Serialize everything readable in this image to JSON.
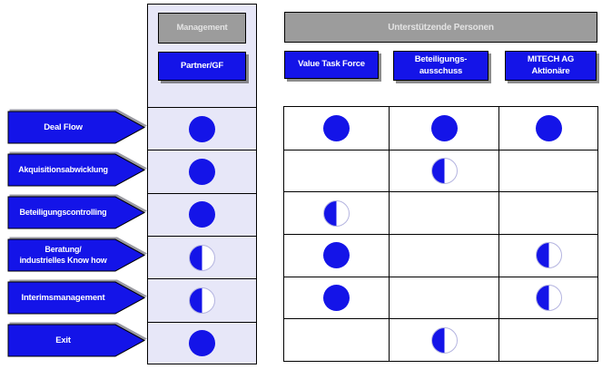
{
  "colors": {
    "primary_blue": "#1414E8",
    "panel_lavender": "#E7E7F8",
    "header_gray": "#9C9C9C",
    "header_gray_text": "#E3E3E3",
    "border_black": "#000000",
    "half_ball_ring": "#B4B4E0"
  },
  "management_group": {
    "label": "Management",
    "role": "Partner/GF"
  },
  "support_group": {
    "label": "Unterstützende Personen",
    "roles": [
      {
        "label": "Value Task Force"
      },
      {
        "label": "Beteiligungs-\nausschuss"
      },
      {
        "label": "MITECH AG\nAktionäre"
      }
    ]
  },
  "activities": [
    {
      "label": "Deal Flow",
      "management": "full",
      "support": [
        "full",
        "full",
        "full"
      ]
    },
    {
      "label": "Akquisitionsabwicklung",
      "management": "full",
      "support": [
        "none",
        "half",
        "none"
      ]
    },
    {
      "label": "Beteiligungscontrolling",
      "management": "full",
      "support": [
        "half",
        "none",
        "none"
      ]
    },
    {
      "label": "Beratung/\nindustrielles Know how",
      "management": "half",
      "support": [
        "full",
        "none",
        "half"
      ]
    },
    {
      "label": "Interimsmanagement",
      "management": "half",
      "support": [
        "full",
        "none",
        "half"
      ]
    },
    {
      "label": "Exit",
      "management": "full",
      "support": [
        "none",
        "half",
        "none"
      ]
    }
  ]
}
